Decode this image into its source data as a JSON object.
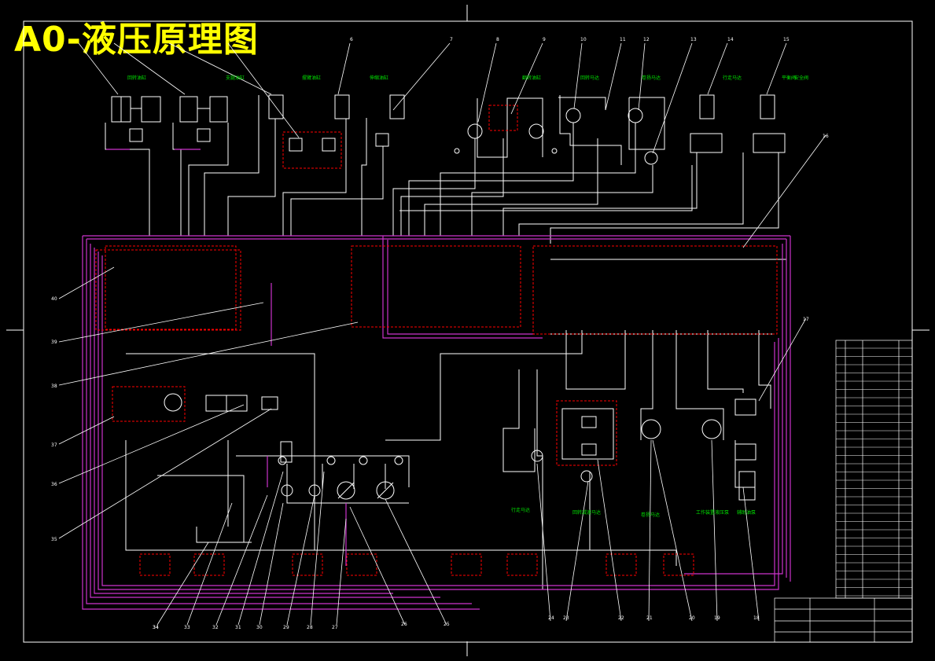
{
  "title": "A0-液压原理图",
  "colors": {
    "background": "#000000",
    "pipe": "#ffffff",
    "frame": "#ff0000",
    "pilot": "#cc33cc",
    "label": "#00e000",
    "title": "#ffff00"
  },
  "top_numbers": [
    "6",
    "7",
    "8",
    "9",
    "10",
    "11",
    "12",
    "13",
    "14",
    "15"
  ],
  "side_numbers": [
    "16",
    "17",
    "40",
    "39",
    "38",
    "37",
    "36",
    "35",
    "34"
  ],
  "bottom_numbers": [
    "34",
    "33",
    "32",
    "31",
    "30",
    "29",
    "28",
    "27",
    "26",
    "25",
    "24",
    "23",
    "22",
    "21",
    "20",
    "19",
    "18"
  ],
  "component_labels_top": [
    "回转油缸",
    "支腿油缸",
    "摆臂油缸",
    "伸缩油缸",
    "翻转油缸",
    "回转马达",
    "卷扬马达",
    "行走马达",
    "平衡阀",
    "安全阀"
  ],
  "component_labels_bottom": [
    "行走马达",
    "回转减速马达",
    "卷扬马达",
    "工作装置液压泵",
    "辅助油泵"
  ]
}
